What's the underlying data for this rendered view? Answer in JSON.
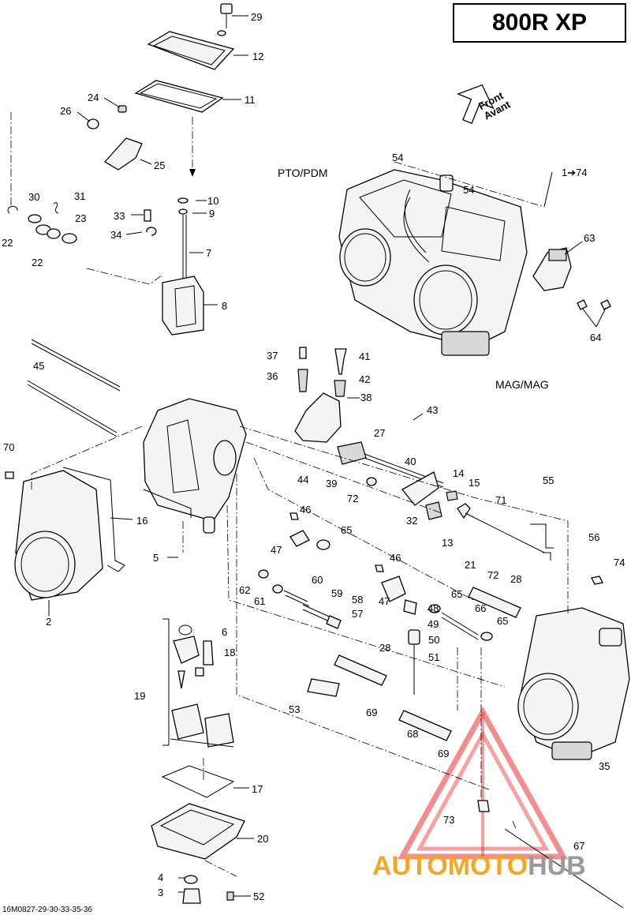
{
  "title": "800R XP",
  "side_labels": {
    "pto": "PTO/PDM",
    "mag": "MAG/MAG"
  },
  "front_arrow": {
    "line1": "Front",
    "line2": "Avant"
  },
  "reference_code": "16M0827-29-30-33-35-36",
  "watermark": {
    "part1": "AUTOMOTO",
    "part2": "HUB",
    "color1": "#f5a623",
    "color2": "#9a9a9a",
    "logo_color": "#e8312f"
  },
  "callouts": [
    {
      "id": "c29",
      "text": "29"
    },
    {
      "id": "c12",
      "text": "12"
    },
    {
      "id": "c11",
      "text": "11"
    },
    {
      "id": "c24",
      "text": "24"
    },
    {
      "id": "c26",
      "text": "26"
    },
    {
      "id": "c25",
      "text": "25"
    },
    {
      "id": "c30",
      "text": "30"
    },
    {
      "id": "c31",
      "text": "31"
    },
    {
      "id": "c23",
      "text": "23"
    },
    {
      "id": "c22a",
      "text": "22"
    },
    {
      "id": "c22b",
      "text": "22"
    },
    {
      "id": "c10",
      "text": "10"
    },
    {
      "id": "c9",
      "text": "9"
    },
    {
      "id": "c33",
      "text": "33"
    },
    {
      "id": "c34",
      "text": "34"
    },
    {
      "id": "c7",
      "text": "7"
    },
    {
      "id": "c8",
      "text": "8"
    },
    {
      "id": "c54a",
      "text": "54"
    },
    {
      "id": "c54b",
      "text": "54"
    },
    {
      "id": "c1_74",
      "text": "1➔74"
    },
    {
      "id": "c63",
      "text": "63"
    },
    {
      "id": "c64",
      "text": "64"
    },
    {
      "id": "c37",
      "text": "37"
    },
    {
      "id": "c41",
      "text": "41"
    },
    {
      "id": "c36",
      "text": "36"
    },
    {
      "id": "c42",
      "text": "42"
    },
    {
      "id": "c38",
      "text": "38"
    },
    {
      "id": "c45",
      "text": "45"
    },
    {
      "id": "c43",
      "text": "43"
    },
    {
      "id": "c27",
      "text": "27"
    },
    {
      "id": "c70",
      "text": "70"
    },
    {
      "id": "c40",
      "text": "40"
    },
    {
      "id": "c44",
      "text": "44"
    },
    {
      "id": "c39",
      "text": "39"
    },
    {
      "id": "c14",
      "text": "14"
    },
    {
      "id": "c15",
      "text": "15"
    },
    {
      "id": "c72a",
      "text": "72"
    },
    {
      "id": "c55",
      "text": "55"
    },
    {
      "id": "c71",
      "text": "71"
    },
    {
      "id": "c46a",
      "text": "46"
    },
    {
      "id": "c32",
      "text": "32"
    },
    {
      "id": "c16",
      "text": "16"
    },
    {
      "id": "c65a",
      "text": "65"
    },
    {
      "id": "c47a",
      "text": "47"
    },
    {
      "id": "c13",
      "text": "13"
    },
    {
      "id": "c56",
      "text": "56"
    },
    {
      "id": "c5",
      "text": "5"
    },
    {
      "id": "c21",
      "text": "21"
    },
    {
      "id": "c72b",
      "text": "72"
    },
    {
      "id": "c46b",
      "text": "46"
    },
    {
      "id": "c74",
      "text": "74"
    },
    {
      "id": "c28a",
      "text": "28"
    },
    {
      "id": "c60",
      "text": "60"
    },
    {
      "id": "c62",
      "text": "62"
    },
    {
      "id": "c59",
      "text": "59"
    },
    {
      "id": "c61",
      "text": "61"
    },
    {
      "id": "c58",
      "text": "58"
    },
    {
      "id": "c57",
      "text": "57"
    },
    {
      "id": "c65b",
      "text": "65"
    },
    {
      "id": "c2",
      "text": "2"
    },
    {
      "id": "c66",
      "text": "66"
    },
    {
      "id": "c47b",
      "text": "47"
    },
    {
      "id": "c48",
      "text": "48"
    },
    {
      "id": "c65c",
      "text": "65"
    },
    {
      "id": "c49",
      "text": "49"
    },
    {
      "id": "c6",
      "text": "6"
    },
    {
      "id": "c28b",
      "text": "28"
    },
    {
      "id": "c50",
      "text": "50"
    },
    {
      "id": "c18",
      "text": "18"
    },
    {
      "id": "c51",
      "text": "51"
    },
    {
      "id": "c19",
      "text": "19"
    },
    {
      "id": "c53",
      "text": "53"
    },
    {
      "id": "c69a",
      "text": "69"
    },
    {
      "id": "c68",
      "text": "68"
    },
    {
      "id": "c69b",
      "text": "69"
    },
    {
      "id": "c35",
      "text": "35"
    },
    {
      "id": "c17",
      "text": "17"
    },
    {
      "id": "c73",
      "text": "73"
    },
    {
      "id": "c20",
      "text": "20"
    },
    {
      "id": "c67",
      "text": "67"
    },
    {
      "id": "c4",
      "text": "4"
    },
    {
      "id": "c3",
      "text": "3"
    },
    {
      "id": "c52",
      "text": "52"
    }
  ]
}
